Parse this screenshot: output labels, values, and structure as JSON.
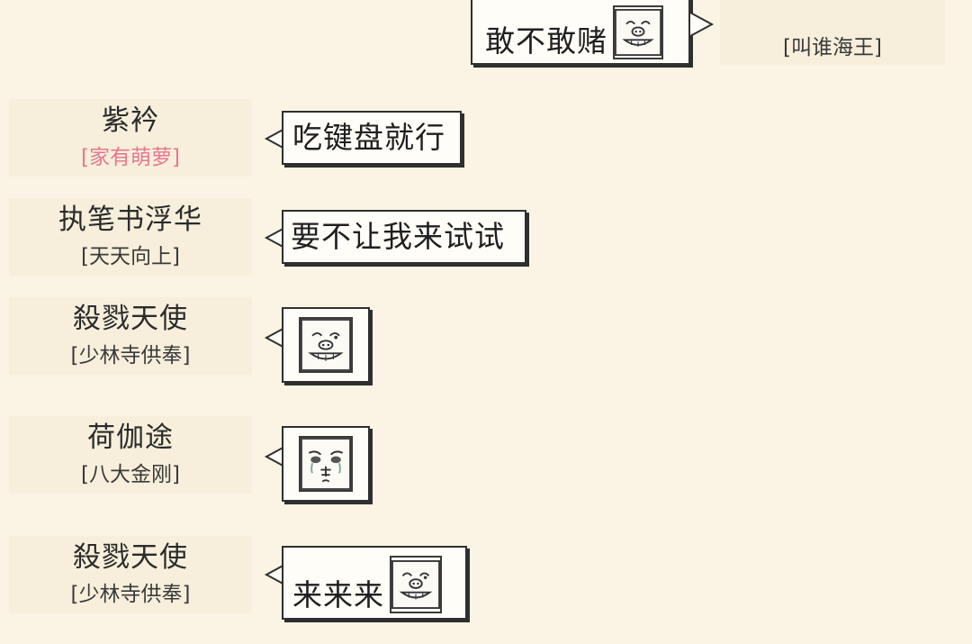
{
  "messages": [
    {
      "side": "right",
      "sender": {
        "name": "",
        "title": "[叫谁海王]"
      },
      "text": "敢不敢赌",
      "sticker": "pig-grin-icon"
    },
    {
      "side": "left",
      "sender": {
        "name": "紫衿",
        "title": "[家有萌萝]"
      },
      "text": "吃键盘就行"
    },
    {
      "side": "left",
      "sender": {
        "name": "执笔书浮华",
        "title": "[天天向上]"
      },
      "text": "要不让我来试试"
    },
    {
      "side": "left",
      "sender": {
        "name": "殺戮天使",
        "title": "[少林寺供奉]"
      },
      "sticker": "pig-grin-icon"
    },
    {
      "side": "left",
      "sender": {
        "name": "荷伽途",
        "title": "[八大金刚]"
      },
      "sticker": "crying-face-icon"
    },
    {
      "side": "left",
      "sender": {
        "name": "殺戮天使",
        "title": "[少林寺供奉]"
      },
      "text": "来来来",
      "sticker": "pig-grin-icon"
    }
  ],
  "colors": {
    "background": "#fbf4e4",
    "bubble_fill": "#fffdf7",
    "bubble_border": "#2f2f2f",
    "title_pink": "#e8768f"
  }
}
